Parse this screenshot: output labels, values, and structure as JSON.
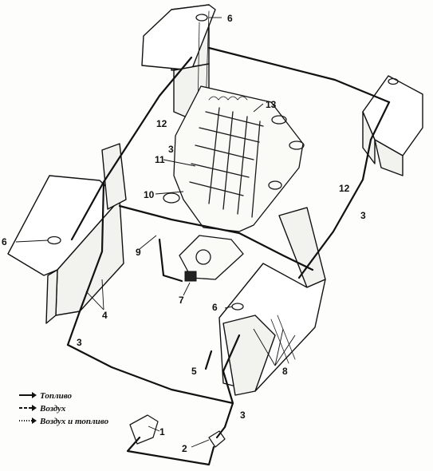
{
  "callouts": {
    "c1": "1",
    "c2": "2",
    "c3a": "3",
    "c3b": "3",
    "c3c": "3",
    "c3d": "3",
    "c4": "4",
    "c5": "5",
    "c6a": "6",
    "c6b": "6",
    "c6c": "6",
    "c7": "7",
    "c8": "8",
    "c9": "9",
    "c10": "10",
    "c11": "11",
    "c12a": "12",
    "c12b": "12",
    "c13": "13"
  },
  "legend": {
    "fuel": "Топливо",
    "air": "Воздух",
    "air_fuel": "Воздух и топливо"
  }
}
